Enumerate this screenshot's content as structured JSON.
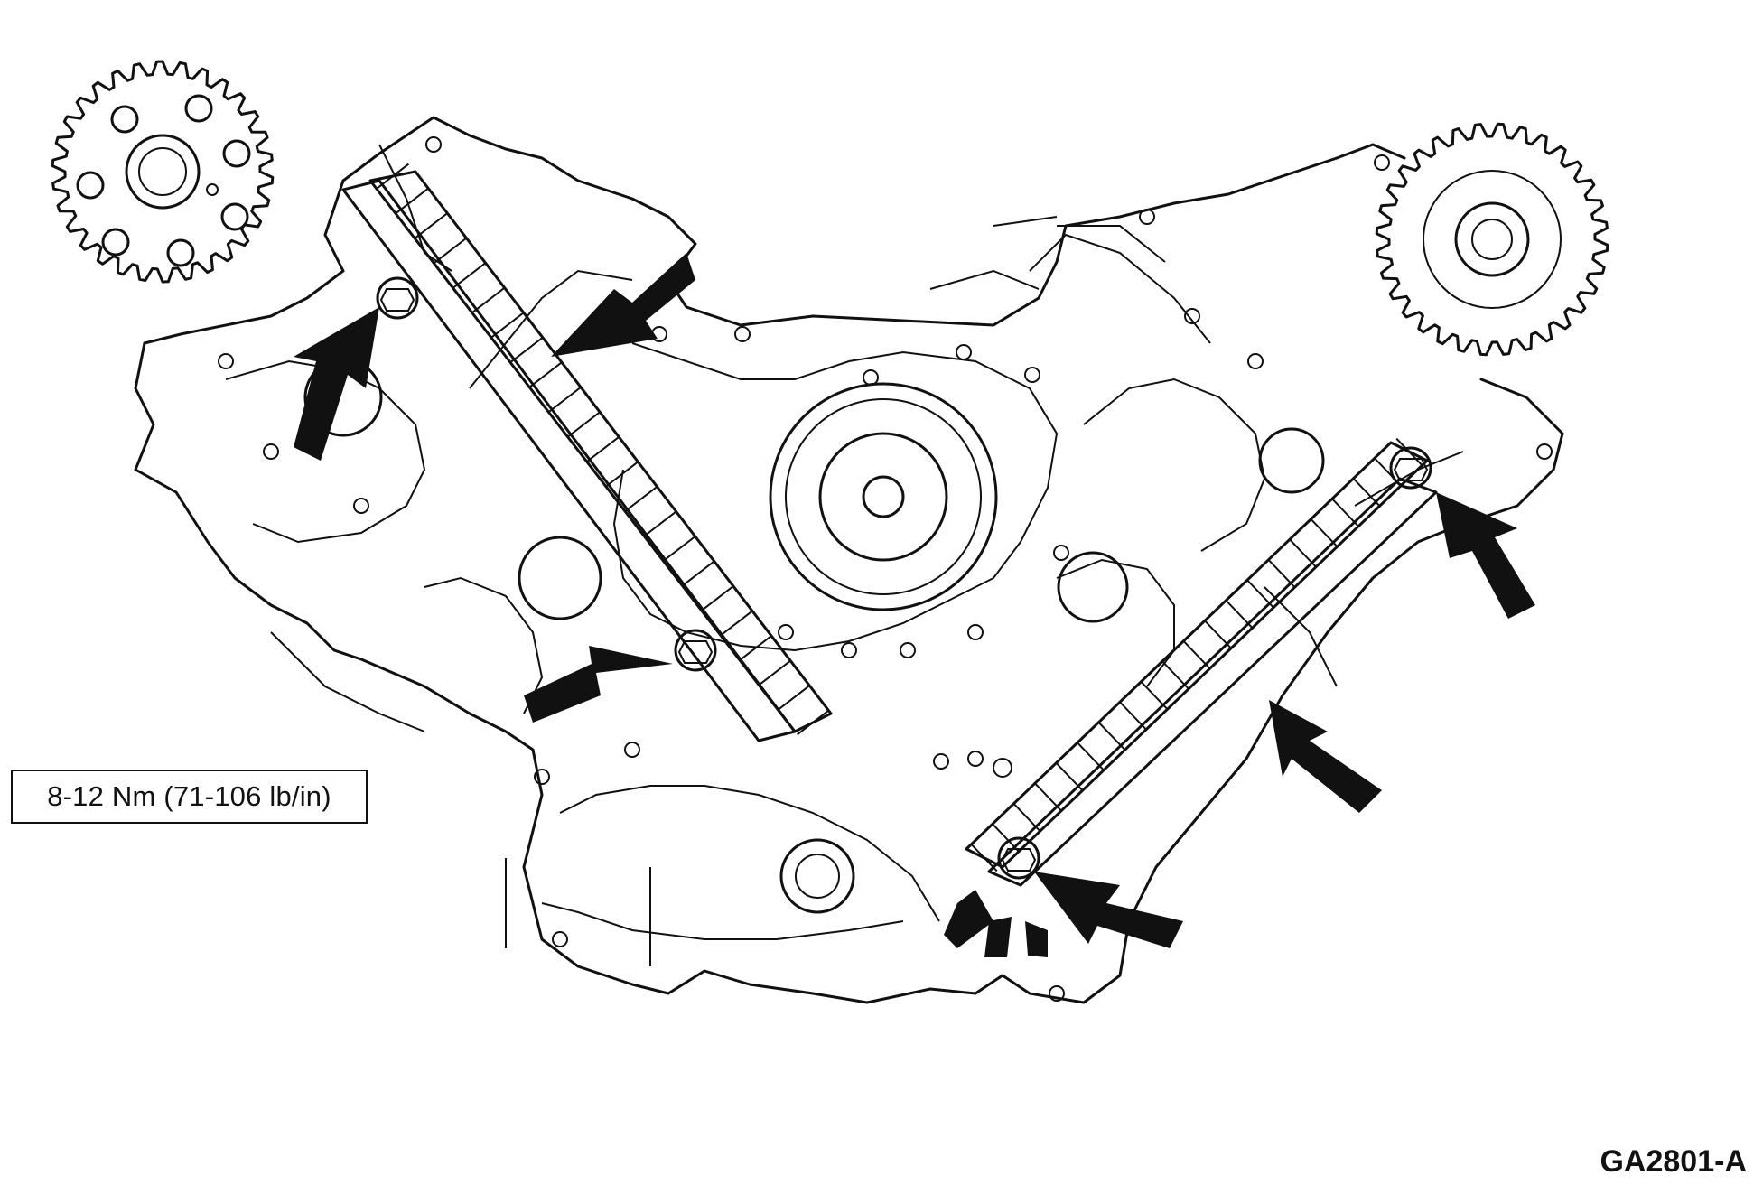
{
  "torque_label": "8-12 Nm (71-106 lb/in)",
  "figure_id": "GA2801-A",
  "callouts": [
    {
      "name": "upper-left-guide-bolt-arrow"
    },
    {
      "name": "left-guide-arrow"
    },
    {
      "name": "lower-left-guide-bolt-arrow"
    },
    {
      "name": "right-guide-arrow"
    },
    {
      "name": "upper-right-guide-bolt-arrow"
    },
    {
      "name": "lower-right-guide-bolt-arrow"
    }
  ]
}
